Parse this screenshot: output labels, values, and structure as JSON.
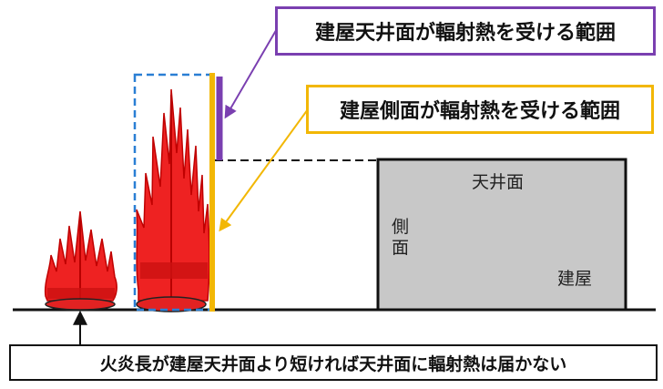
{
  "callouts": {
    "ceiling_range": "建屋天井面が輻射熱を受ける範囲",
    "side_range": "建屋側面が輻射熱を受ける範囲"
  },
  "building": {
    "ceiling_label": "天井面",
    "side_label_line1": "側",
    "side_label_line2": "面",
    "building_label": "建屋"
  },
  "caption": "火炎長が建屋天井面より短ければ天井面に輻射熱は届かない",
  "colors": {
    "flame": "#ee2222",
    "flame_core": "#b80000",
    "building_fill": "#c8c8c8",
    "ceiling_range_bar": "#7a3fb0",
    "side_range_bar": "#f2b705",
    "selection_box": "#2a7fd4"
  }
}
